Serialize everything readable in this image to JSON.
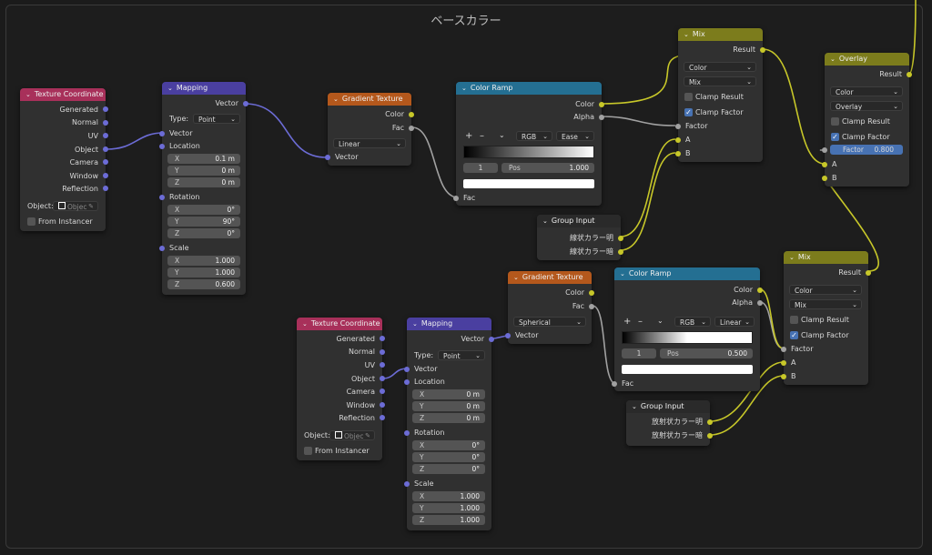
{
  "frame_label": "ベースカラー",
  "common": {
    "vector": "Vector",
    "color": "Color",
    "fac": "Fac",
    "alpha": "Alpha",
    "type_label": "Type:",
    "location": "Location",
    "rotation": "Rotation",
    "scale": "Scale",
    "x": "X",
    "y": "Y",
    "z": "Z",
    "result": "Result",
    "factor": "Factor",
    "a": "A",
    "b": "B",
    "clamp_result": "Clamp Result",
    "clamp_factor": "Clamp Factor",
    "plus": "+",
    "minus": "–",
    "pos": "Pos",
    "object_label": "Object:",
    "object_placeholder": "Objec",
    "from_instancer": "From Instancer",
    "dd_arrow": "⌄",
    "chevron": "⌄",
    "check": "✓"
  },
  "texcoord_outputs": [
    "Generated",
    "Normal",
    "UV",
    "Object",
    "Camera",
    "Window",
    "Reflection"
  ],
  "tc1": {
    "title": "Texture Coordinate"
  },
  "tc2": {
    "title": "Texture Coordinate"
  },
  "map1": {
    "title": "Mapping",
    "type": "Point",
    "location": [
      "0.1 m",
      "0 m",
      "0 m"
    ],
    "rotation": [
      "0°",
      "90°",
      "0°"
    ],
    "scale": [
      "1.000",
      "1.000",
      "0.600"
    ]
  },
  "map2": {
    "title": "Mapping",
    "type": "Point",
    "location": [
      "0 m",
      "0 m",
      "0 m"
    ],
    "rotation": [
      "0°",
      "0°",
      "0°"
    ],
    "scale": [
      "1.000",
      "1.000",
      "1.000"
    ]
  },
  "grad1": {
    "title": "Gradient Texture",
    "type": "Linear"
  },
  "grad2": {
    "title": "Gradient Texture",
    "type": "Spherical"
  },
  "ramp1": {
    "title": "Color Ramp",
    "mode": "RGB",
    "interp": "Ease",
    "index": "1",
    "pos": "1.000"
  },
  "ramp2": {
    "title": "Color Ramp",
    "mode": "RGB",
    "interp": "Linear",
    "index": "1",
    "pos": "0.500"
  },
  "grp1": {
    "title": "Group Input",
    "out1": "線状カラー明",
    "out2": "線状カラー暗"
  },
  "grp2": {
    "title": "Group Input",
    "out1": "放射状カラー明",
    "out2": "放射状カラー暗"
  },
  "mix1": {
    "title": "Mix",
    "data_type": "Color",
    "blend": "Mix"
  },
  "mix2": {
    "title": "Mix",
    "data_type": "Color",
    "blend": "Mix"
  },
  "overlay": {
    "title": "Overlay",
    "data_type": "Color",
    "blend": "Overlay",
    "factor_value": "0.800"
  },
  "colors": {
    "texture": "#a8305a",
    "vector": "#4a3fa0",
    "gradient": "#b4581c",
    "ramp": "#246f92",
    "mix": "#7c7c1c",
    "link_vector": "#6c6cd6",
    "link_color": "#c7c729",
    "link_gray": "#a1a1a1"
  }
}
